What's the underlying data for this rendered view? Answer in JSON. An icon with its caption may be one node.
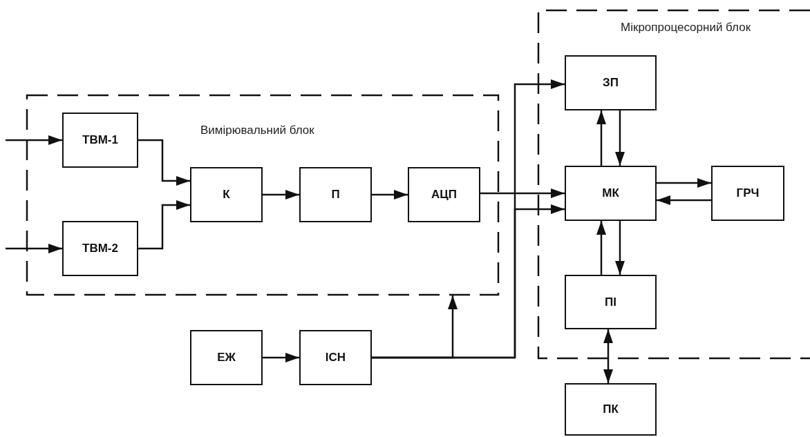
{
  "diagram": {
    "nodes": [
      {
        "text": [
          "Вимірювальний блок"
        ]
      },
      {
        "text": [
          "ТВМ-1"
        ],
        "in": 0
      },
      {
        "text": [
          "ТВМ-2"
        ],
        "in": 0
      },
      {
        "text": [
          "К"
        ],
        "in": 0
      },
      {
        "text": [
          "П"
        ],
        "in": 0
      },
      {
        "text": [
          "АЦП"
        ],
        "in": 0
      },
      {
        "text": [
          "Мікропроцесорний блок"
        ]
      },
      {
        "text": [
          "ЗП"
        ],
        "in": 6
      },
      {
        "text": [
          "МК"
        ],
        "in": 6
      },
      {
        "text": [
          "ГРЧ"
        ],
        "in": 6
      },
      {
        "text": [
          "ПІ"
        ],
        "in": 6
      },
      {
        "text": [
          "ЕЖ"
        ]
      },
      {
        "text": [
          "ІСН"
        ]
      },
      {
        "text": [
          "ПК"
        ]
      }
    ],
    "edges": [
      {
        "from": null,
        "to": 1,
        "arrow": "to"
      },
      {
        "from": null,
        "to": 2,
        "arrow": "to"
      },
      {
        "from": 1,
        "to": 3,
        "arrow": "to"
      },
      {
        "from": 2,
        "to": 3,
        "arrow": "to"
      },
      {
        "from": 3,
        "to": 4,
        "arrow": "to"
      },
      {
        "from": 4,
        "to": 5,
        "arrow": "to"
      },
      {
        "from": 5,
        "to": 8,
        "arrow": "to"
      },
      {
        "from": 12,
        "to": 7,
        "arrow": "to"
      },
      {
        "from": 12,
        "to": 8,
        "arrow": "to"
      },
      {
        "from": 12,
        "to": 0,
        "arrow": "to"
      },
      {
        "from": 8,
        "to": 7,
        "arrow": "to"
      },
      {
        "from": 7,
        "to": 8,
        "arrow": "to"
      },
      {
        "from": 8,
        "to": 9,
        "arrow": "to"
      },
      {
        "from": 9,
        "to": 8,
        "arrow": "to"
      },
      {
        "from": 10,
        "to": 8,
        "arrow": "to"
      },
      {
        "from": 8,
        "to": 10,
        "arrow": "to"
      },
      {
        "from": 10,
        "to": 13,
        "arrow": "both"
      },
      {
        "from": 11,
        "to": 12,
        "arrow": "to"
      }
    ]
  }
}
